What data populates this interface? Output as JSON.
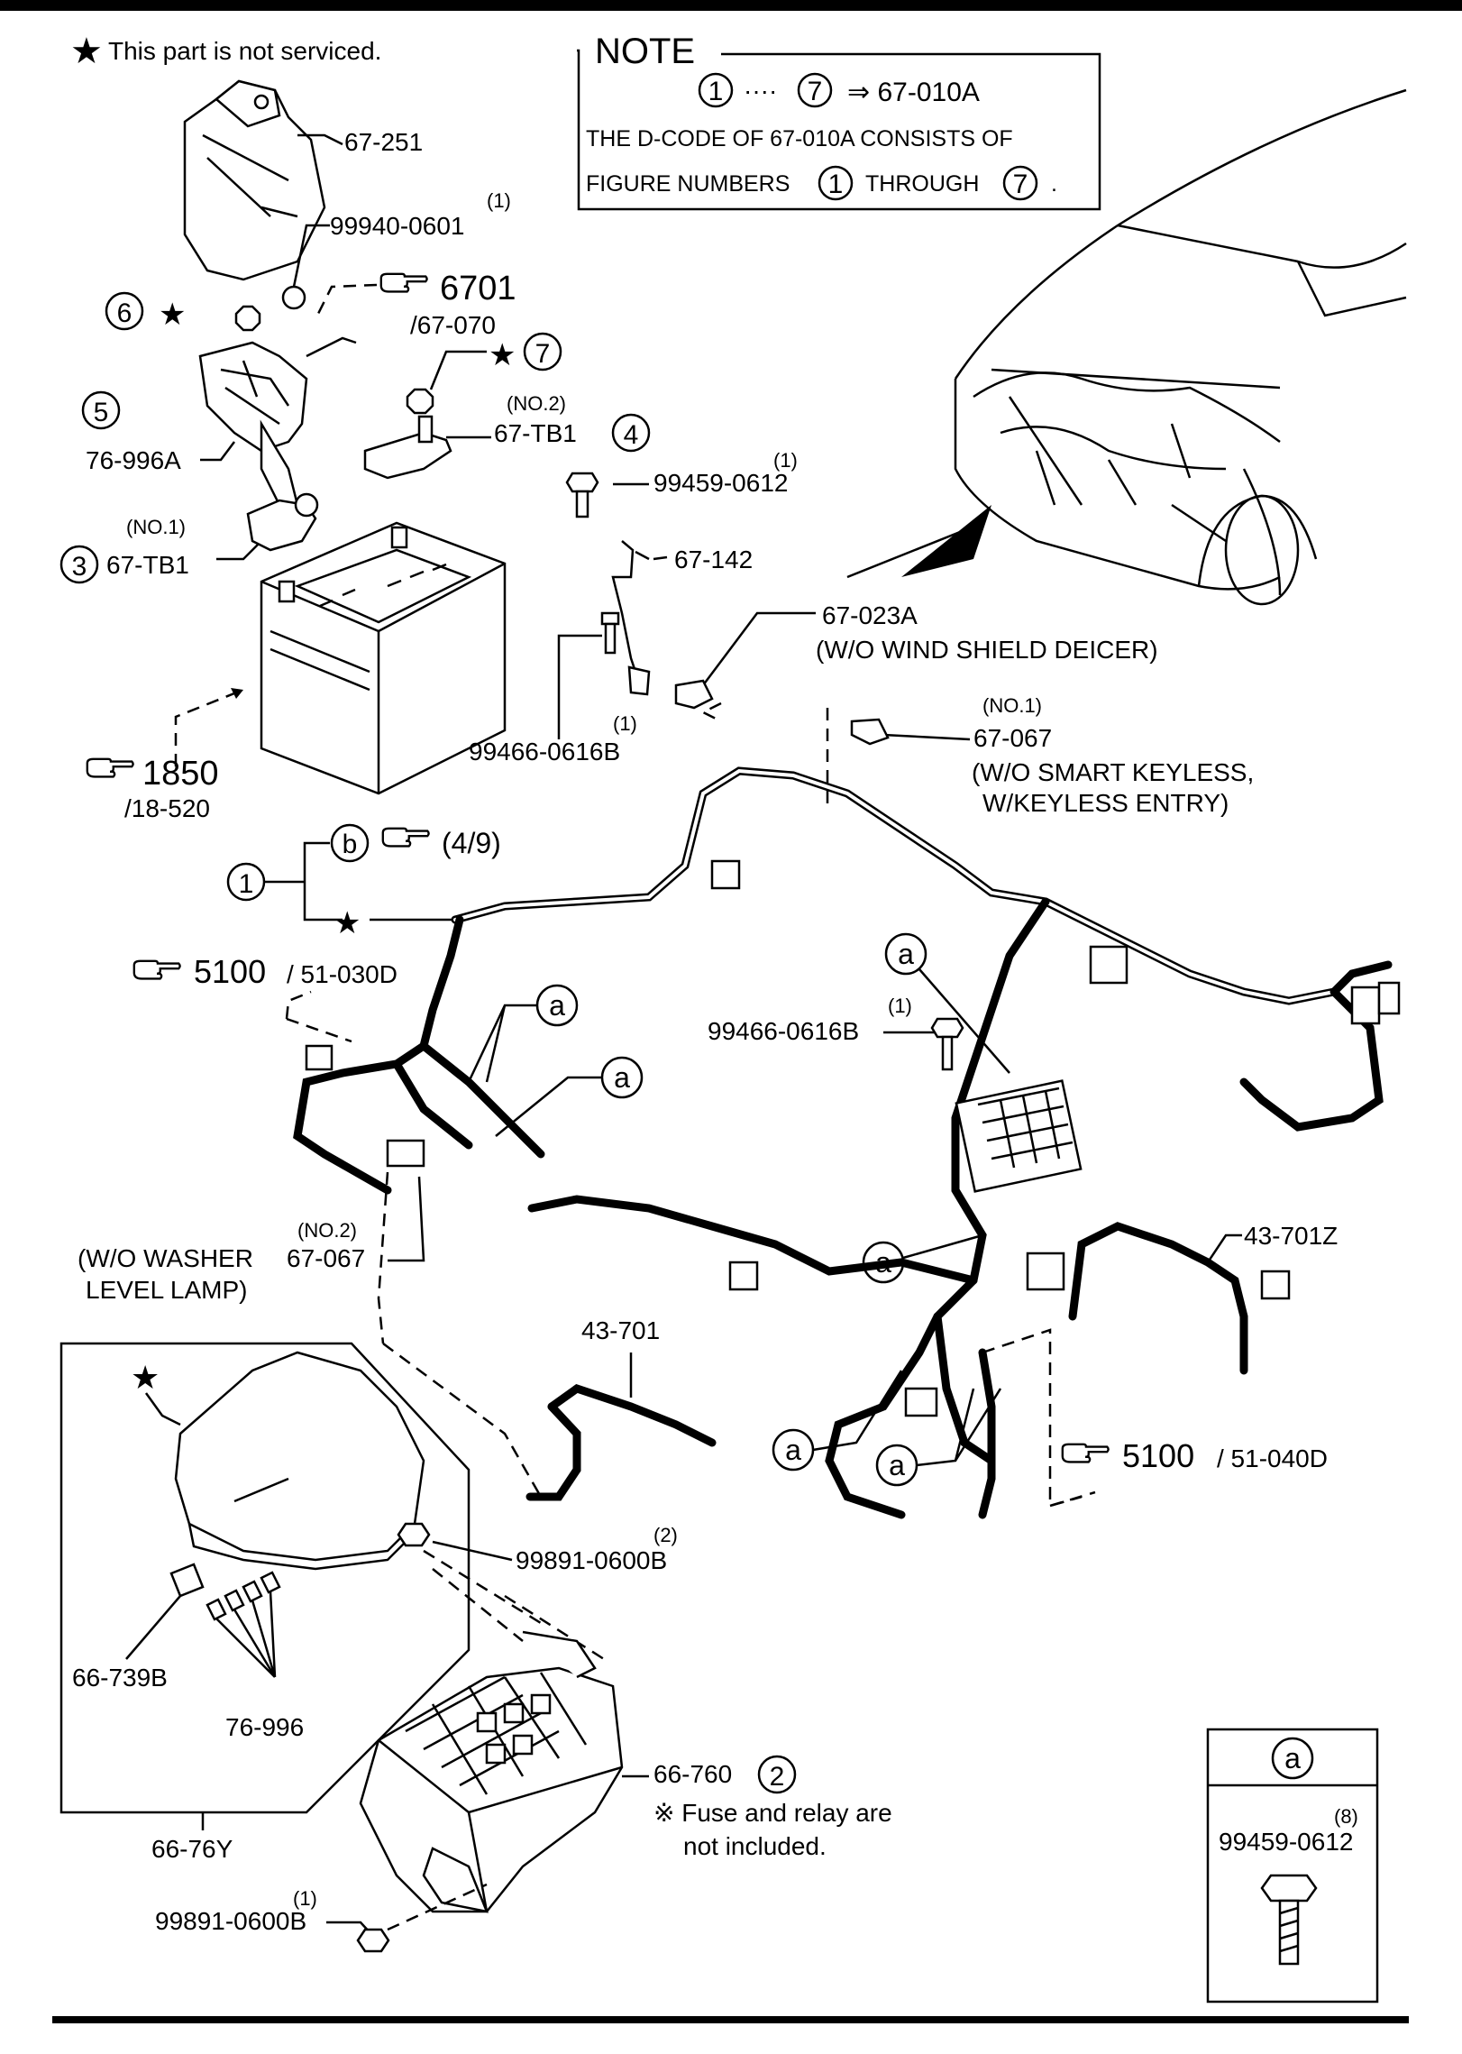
{
  "legend": {
    "not_serviced": "This part is not serviced."
  },
  "note": {
    "title": "NOTE",
    "range_start": "1",
    "range_end": "7",
    "range_code": "⇒ 67-010A",
    "line2": "THE D-CODE OF 67-010A CONSISTS OF",
    "line3_pre": "FIGURE NUMBERS",
    "line3_mid": "THROUGH",
    "line3_end": "."
  },
  "labels": {
    "p67_251": "67-251",
    "p99940_qty": "(1)",
    "p99940": "99940-0601",
    "ref6701": "6701",
    "ref6701_sub": "/67-070",
    "n6": "6",
    "n7": "7",
    "n5": "5",
    "p76_996A": "76-996A",
    "no2_a": "(NO.2)",
    "p67_TB1_no2": "67-TB1",
    "n4": "4",
    "p99459_qty": "(1)",
    "p99459": "99459-0612",
    "no1_a": "(NO.1)",
    "n3": "3",
    "p67_TB1_no1": "67-TB1",
    "p67_142": "67-142",
    "p67_023A": "67-023A",
    "wo_wind": "(W/O WIND SHIELD DEICER)",
    "p99466a_qty": "(1)",
    "p99466a": "99466-0616B",
    "ref1850": "1850",
    "ref1850_sub": "/18-520",
    "no1_b": "(NO.1)",
    "p67_067_no1": "67-067",
    "wo_smart1": "(W/O SMART KEYLESS,",
    "wo_smart2": "W/KEYLESS ENTRY)",
    "n1": "1",
    "b": "b",
    "ref49": "(4/9)",
    "ref5100a": "5100",
    "ref5100a_sub": "/ 51-030D",
    "a": "a",
    "p99466b_qty": "(1)",
    "p99466b": "99466-0616B",
    "no2_b": "(NO.2)",
    "wo_washer1": "(W/O WASHER",
    "p67_067_no2": "67-067",
    "wo_washer2": "LEVEL LAMP)",
    "p43_701Z": "43-701Z",
    "p43_701": "43-701",
    "ref5100b": "5100",
    "ref5100b_sub": "/ 51-040D",
    "p99891a_qty": "(2)",
    "p99891a": "99891-0600B",
    "p66_739B": "66-739B",
    "p76_996": "76-996",
    "p66_76Y": "66-76Y",
    "p66_760": "66-760",
    "n2": "2",
    "fuse1": "※ Fuse and relay are",
    "fuse2": "not included.",
    "p99891b_qty": "(1)",
    "p99891b": "99891-0600B",
    "inset_a": "a",
    "inset_qty": "(8)",
    "inset_part": "99459-0612"
  }
}
